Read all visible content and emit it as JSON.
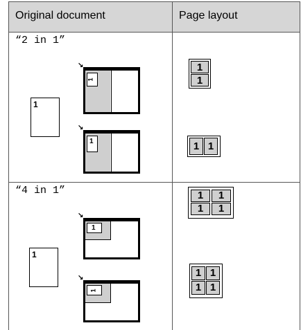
{
  "table": {
    "headers": {
      "original_document": "Original document",
      "page_layout": "Page layout"
    },
    "rows": [
      {
        "mode_label": "“2 in 1”",
        "original_page_number": "1",
        "layout_cells": [
          "1",
          "1",
          "1",
          "1"
        ]
      },
      {
        "mode_label": "“4 in 1”",
        "original_page_number": "1",
        "layout_cells": [
          "1",
          "1",
          "1",
          "1",
          "1",
          "1",
          "1",
          "1"
        ]
      }
    ]
  },
  "colors": {
    "header_bg": "#d6d6d6",
    "cell_shade": "#cfcfcf",
    "grid_line": "#555555"
  },
  "icons": {
    "feed_arrow": "arrow-down-right-icon"
  }
}
